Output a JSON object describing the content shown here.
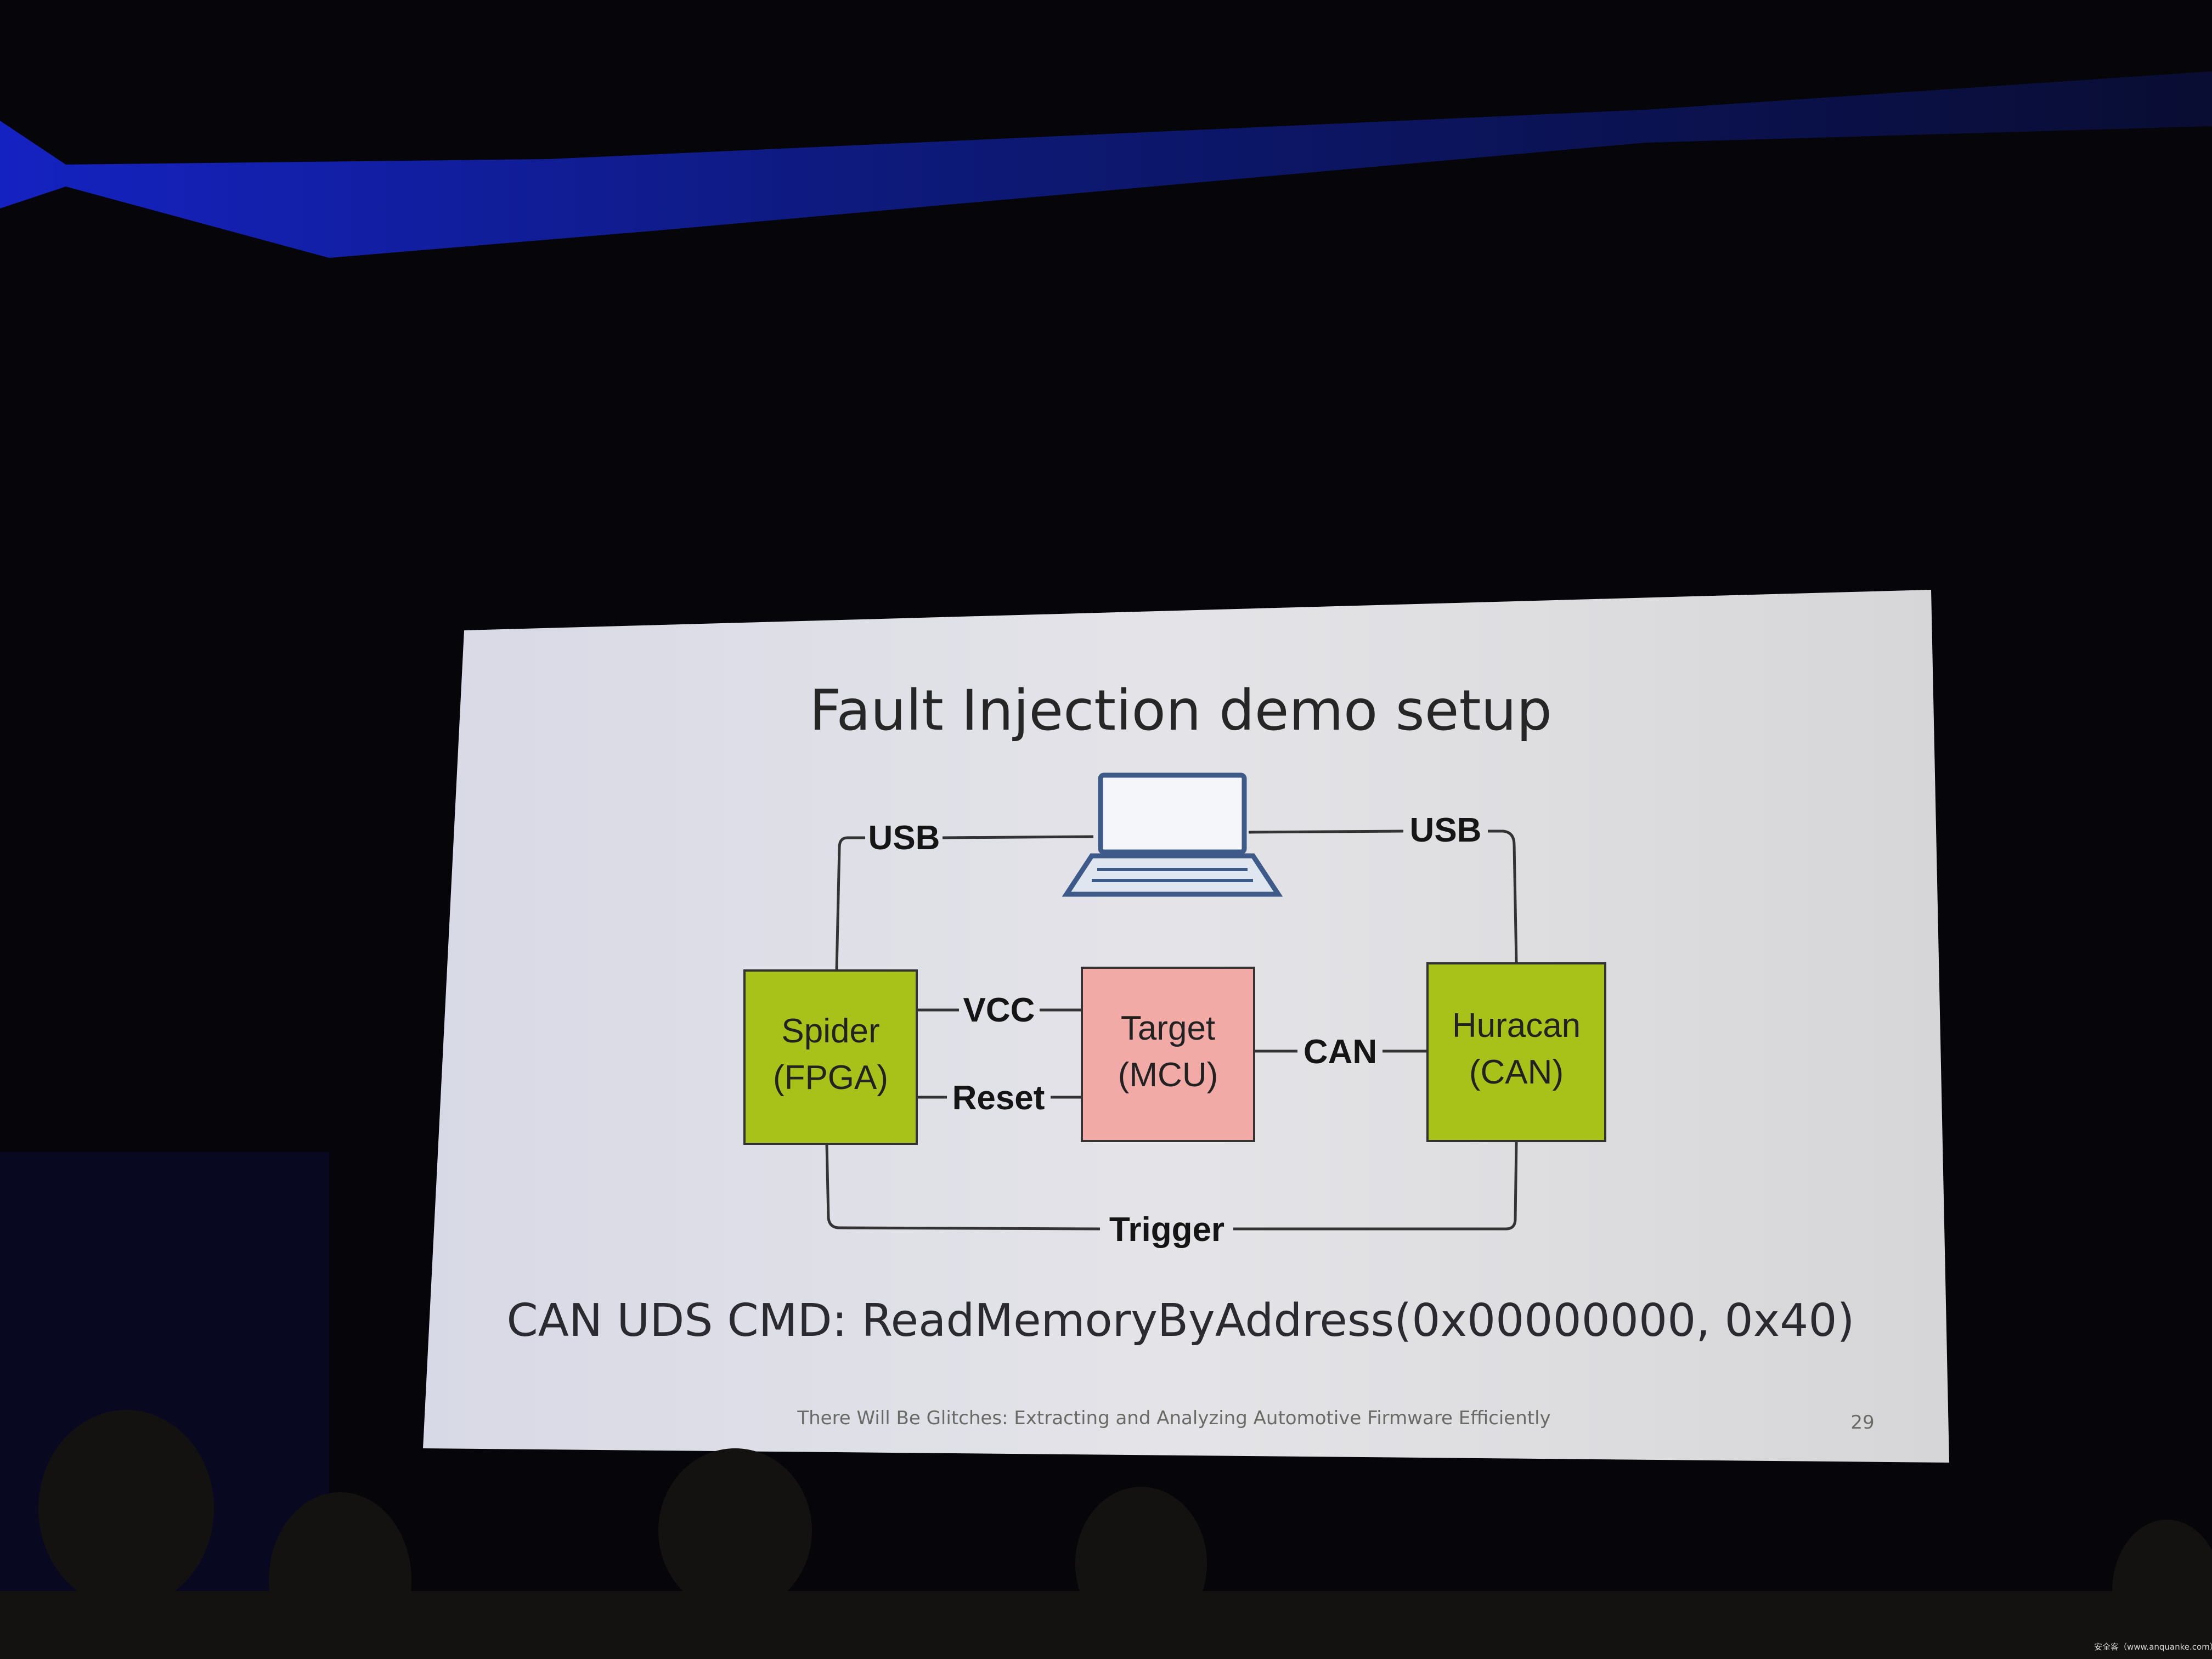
{
  "slide": {
    "title": "Fault Injection demo setup",
    "nodes": {
      "spider": {
        "line1": "Spider",
        "line2": "(FPGA)",
        "color": "#a8c21a"
      },
      "target": {
        "line1": "Target",
        "line2": "(MCU)",
        "color": "#f2aaa6"
      },
      "huracan": {
        "line1": "Huracan",
        "line2": "(CAN)",
        "color": "#a8c21a"
      }
    },
    "links": {
      "usb_left": "USB",
      "usb_right": "USB",
      "vcc": "VCC",
      "reset": "Reset",
      "can": "CAN",
      "trigger": "Trigger"
    },
    "command_label": "CAN UDS CMD:",
    "command_value": "ReadMemoryByAddress(0x00000000, 0x40)",
    "footer": "There Will Be Glitches: Extracting and Analyzing Automotive Firmware Efficiently",
    "page_number": "29"
  },
  "watermark": "安全客（www.anquanke.com）"
}
